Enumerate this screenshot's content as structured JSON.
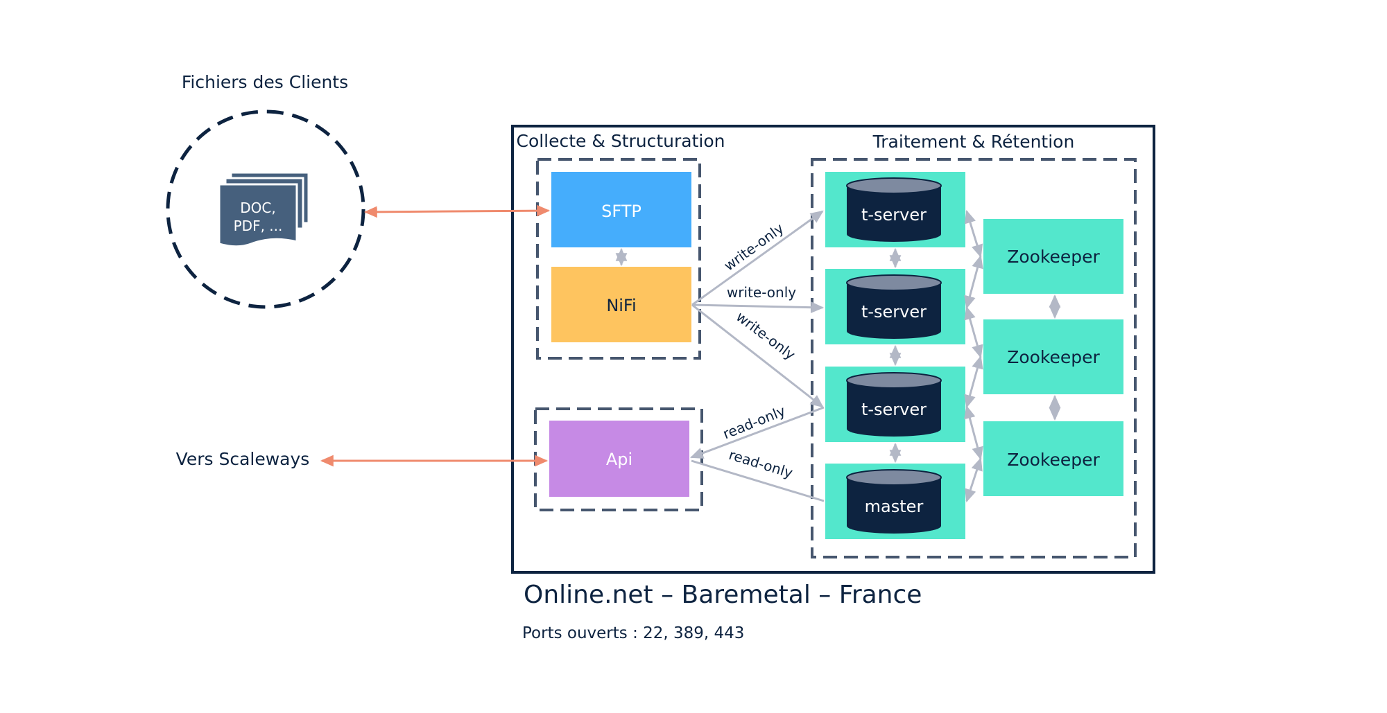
{
  "clients": {
    "title": "Fichiers des Clients",
    "doc_line1": "DOC,",
    "doc_line2": "PDF, ..."
  },
  "external": {
    "label": "Vers Scaleways"
  },
  "collect": {
    "title": "Collecte & Structuration",
    "sftp": "SFTP",
    "nifi": "NiFi",
    "api": "Api"
  },
  "treatment": {
    "title": "Traitement & Rétention",
    "servers": [
      "t-server",
      "t-server",
      "t-server",
      "master"
    ],
    "zookeepers": [
      "Zookeeper",
      "Zookeeper",
      "Zookeeper"
    ]
  },
  "edges": {
    "w1": "write-only",
    "w2": "write-only",
    "w3": "write-only",
    "r1": "read-only",
    "r2": "read-only"
  },
  "footer": {
    "title": "Online.net – Baremetal – France",
    "ports": "Ports ouverts : 22, 389, 443"
  },
  "colors": {
    "sftp": "#45adfc",
    "nifi": "#fec45f",
    "api": "#c68ae5",
    "teal": "#53e7cc",
    "navy": "#0d2340",
    "dash": "#46566e",
    "doc": "#46607d",
    "gray_arrow": "#b3b8c6",
    "orange_arrow": "#ef8a6d"
  }
}
